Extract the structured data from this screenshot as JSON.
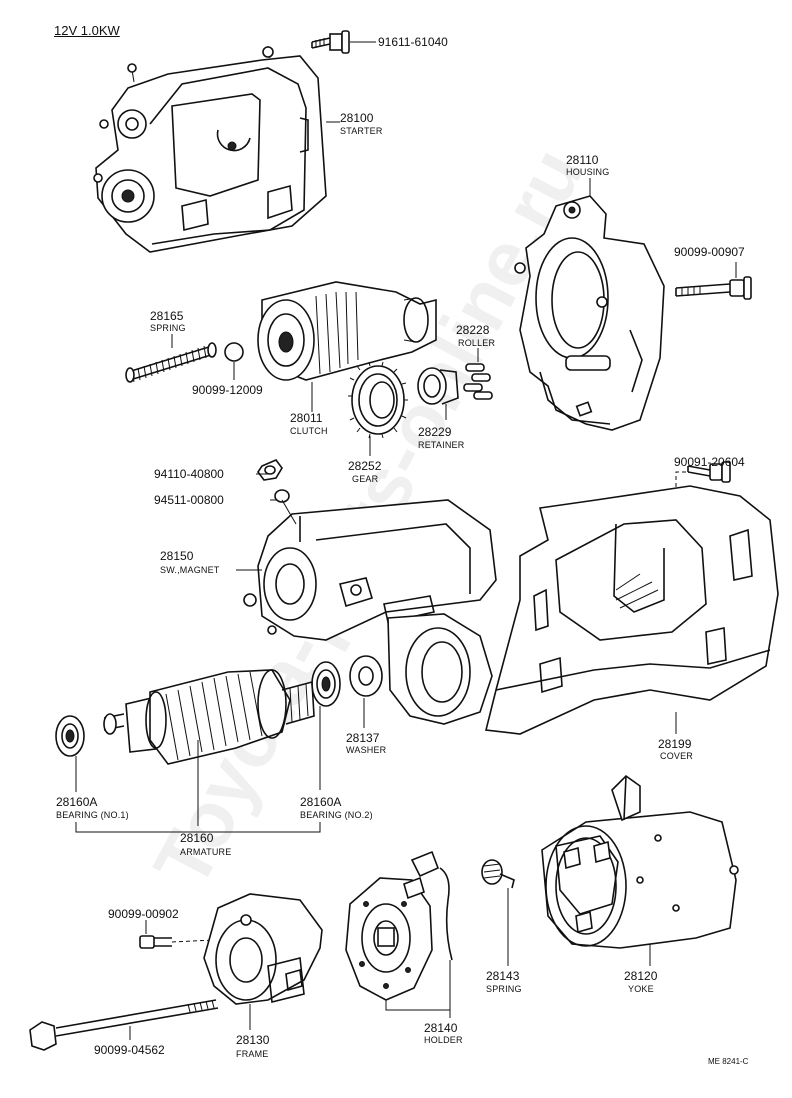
{
  "diagram": {
    "title": "12V 1.0KW",
    "watermark": "Toyota-parts-online.ru",
    "drawing_code": "ME 8241-C",
    "parts": [
      {
        "id": "bolt_top",
        "number": "91611-61040",
        "name": ""
      },
      {
        "id": "starter",
        "number": "28100",
        "name": "STARTER"
      },
      {
        "id": "housing",
        "number": "28110",
        "name": "HOUSING"
      },
      {
        "id": "bolt_housing",
        "number": "90099-00907",
        "name": ""
      },
      {
        "id": "spring_28165",
        "number": "28165",
        "name": "SPRING"
      },
      {
        "id": "ring",
        "number": "90099-12009",
        "name": ""
      },
      {
        "id": "clutch",
        "number": "28011",
        "name": "CLUTCH"
      },
      {
        "id": "roller",
        "number": "28228",
        "name": "ROLLER"
      },
      {
        "id": "retainer",
        "number": "28229",
        "name": "RETAINER"
      },
      {
        "id": "gear",
        "number": "28252",
        "name": "GEAR"
      },
      {
        "id": "nut",
        "number": "94110-40800",
        "name": ""
      },
      {
        "id": "washer_small",
        "number": "94511-00800",
        "name": ""
      },
      {
        "id": "bolt_cover",
        "number": "90091-20604",
        "name": ""
      },
      {
        "id": "magnet_switch",
        "number": "28150",
        "name": "SW.,MAGNET"
      },
      {
        "id": "washer",
        "number": "28137",
        "name": "WASHER"
      },
      {
        "id": "cover",
        "number": "28199",
        "name": "COVER"
      },
      {
        "id": "bearing1",
        "number": "28160A",
        "name": "BEARING (NO.1)"
      },
      {
        "id": "bearing2",
        "number": "28160A",
        "name": "BEARING (NO.2)"
      },
      {
        "id": "armature",
        "number": "28160",
        "name": "ARMATURE"
      },
      {
        "id": "screw_frame",
        "number": "90099-00902",
        "name": ""
      },
      {
        "id": "through_bolt",
        "number": "90099-04562",
        "name": ""
      },
      {
        "id": "frame",
        "number": "28130",
        "name": "FRAME"
      },
      {
        "id": "holder",
        "number": "28140",
        "name": "HOLDER"
      },
      {
        "id": "spring_28143",
        "number": "28143",
        "name": "SPRING"
      },
      {
        "id": "yoke",
        "number": "28120",
        "name": "YOKE"
      }
    ]
  }
}
